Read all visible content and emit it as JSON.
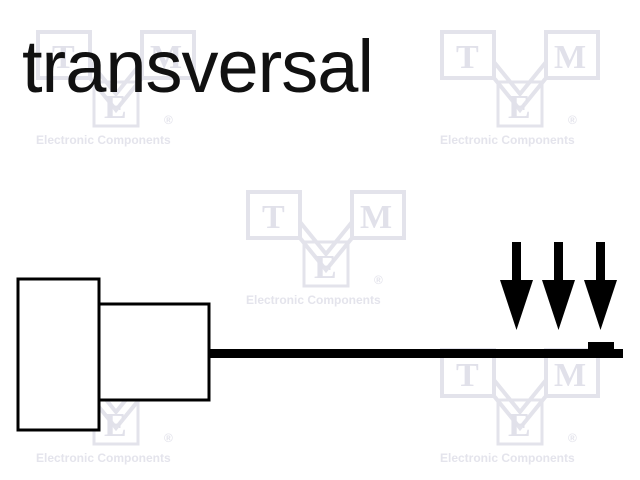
{
  "title": "transversal",
  "watermark": {
    "letters": [
      "T",
      "M",
      "E"
    ],
    "registered": "®",
    "caption": "Electronic Components",
    "color": "#e2e2ea"
  },
  "diagram": {
    "stroke_color": "#000000",
    "arrow_count": 3,
    "arrow_direction": "down"
  }
}
